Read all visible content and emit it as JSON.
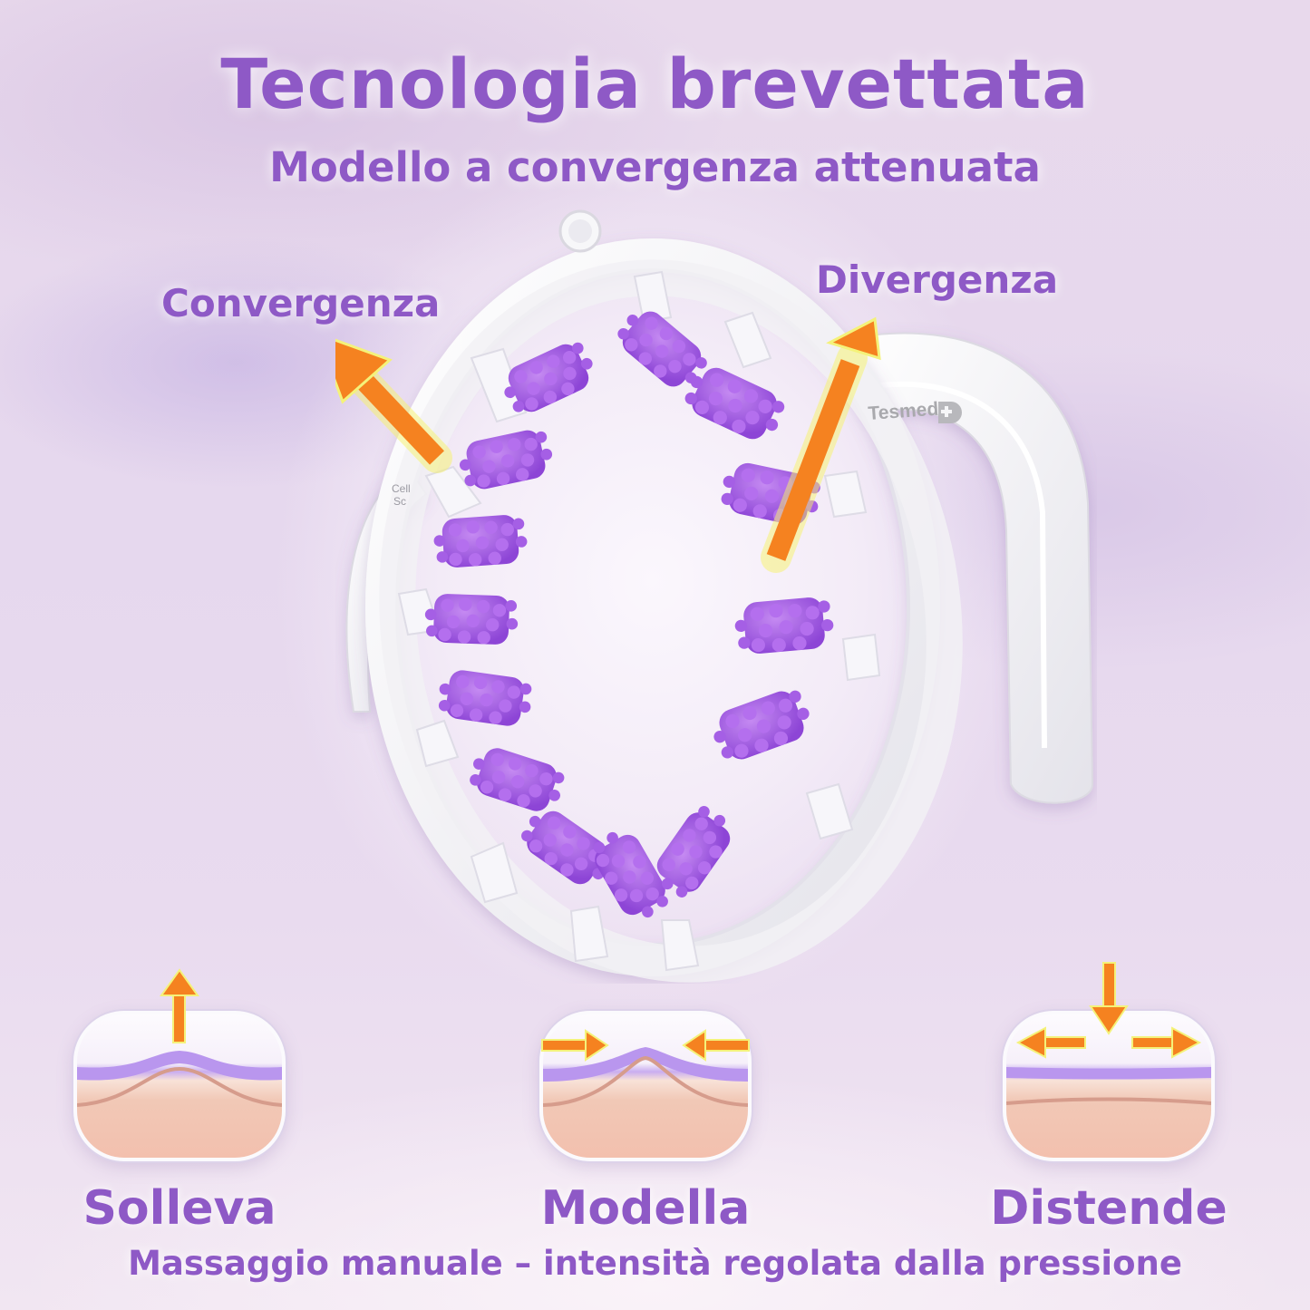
{
  "header": {
    "title": "Tecnologia brevettata",
    "subtitle": "Modello a convergenza attenuata"
  },
  "product": {
    "annotations": {
      "left_label": "Convergenza",
      "right_label": "Divergenza"
    },
    "brand_mark": "Tesmed",
    "side_engraving": "Cell Sc",
    "icon_names": [
      "convergence-arrow-icon",
      "divergence-arrow-icon",
      "massage-roller-device",
      "tesmed-logo-icon"
    ]
  },
  "benefits": [
    {
      "label": "Solleva",
      "icon": "arrow-up-icon"
    },
    {
      "label": "Modella",
      "icon": "arrows-inward-icon"
    },
    {
      "label": "Distende",
      "icon": "arrows-outward-down-icon"
    }
  ],
  "footer": {
    "text": "Massaggio manuale – intensità regolata dalla pressione"
  },
  "colors": {
    "text_purple": "#8e59c6",
    "arrow_orange": "#f58220",
    "arrow_glow": "#f4f27a",
    "roller_purple": "#a35ee0",
    "device_white": "#f6f5f7",
    "background_lavender": "#e8d9ec"
  }
}
